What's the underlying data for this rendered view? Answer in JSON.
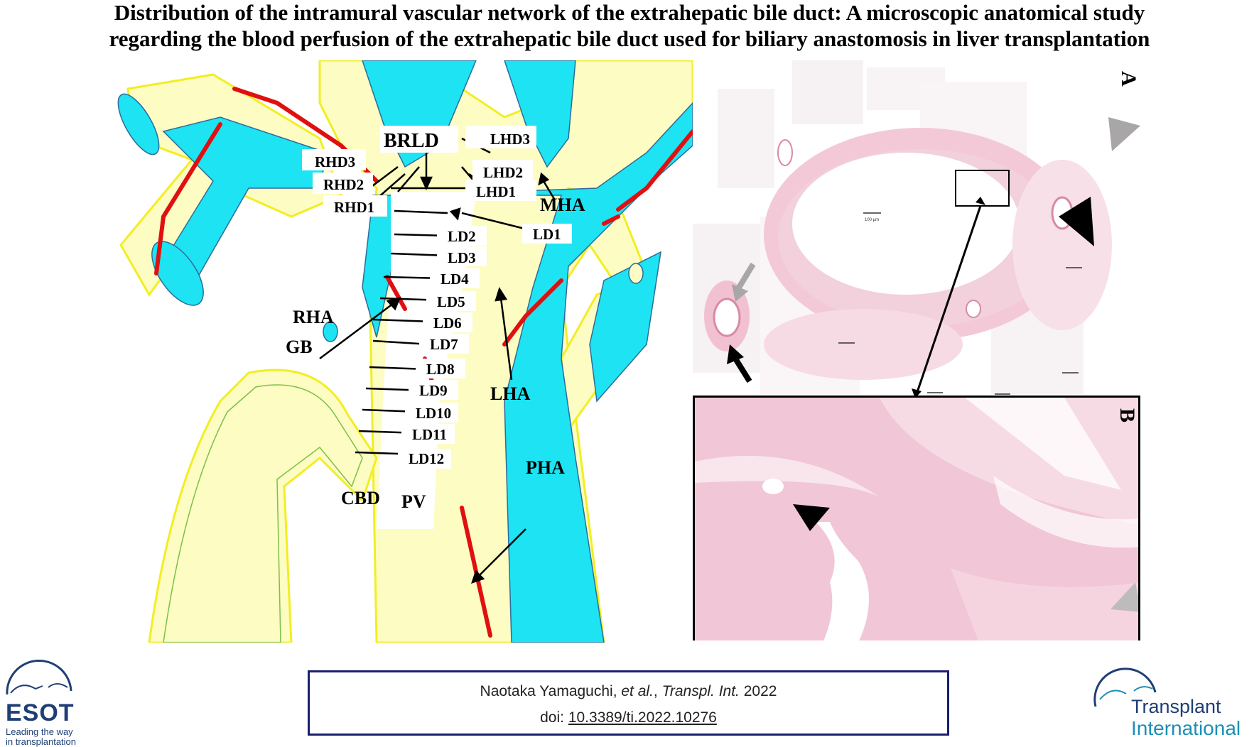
{
  "title": {
    "line1": "Distribution of the intramural vascular network of the extrahepatic bile duct: A microscopic anatomical study",
    "line2": "regarding the blood perfusion of the extrahepatic bile duct used for biliary anastomosis in liver transplantation"
  },
  "diagram": {
    "labels": {
      "brld": "BRLD",
      "rhd3": "RHD3",
      "rhd2": "RHD2",
      "rhd1": "RHD1",
      "lhd3": "LHD3",
      "lhd2": "LHD2",
      "lhd1": "LHD1",
      "mha": "MHA",
      "ld1": "LD1",
      "ld2": "LD2",
      "ld3": "LD3",
      "ld4": "LD4",
      "ld5": "LD5",
      "ld6": "LD6",
      "ld7": "LD7",
      "ld8": "LD8",
      "ld9": "LD9",
      "ld10": "LD10",
      "ld11": "LD11",
      "ld12": "LD12",
      "rha": "RHA",
      "lha": "LHA",
      "gb": "GB",
      "cbd": "CBD",
      "pv": "PV",
      "pha": "PHA"
    },
    "colors": {
      "bile_duct": "#fdfcc2",
      "portal_vein": "#1de3f2",
      "artery": "#e01010",
      "outline": "#f2ee23"
    }
  },
  "micrograph": {
    "panel_a_label": "A",
    "panel_b_label": "B",
    "scale_bar_label": "100 μm"
  },
  "citation": {
    "authors": "Naotaka Yamaguchi, ",
    "etal": "et al.",
    "sep": ", ",
    "journal": "Transpl. Int.",
    "year": " 2022",
    "doi_prefix": "doi: ",
    "doi": "10.3389/ti.2022.10276"
  },
  "logos": {
    "esot_name": "ESOT",
    "esot_tagline1": "Leading the way",
    "esot_tagline2": "in transplantation",
    "ti_word1": "Transplant",
    "ti_word2": "International",
    "brand_color": "#1f3f74",
    "accent_color": "#1b8fb5"
  }
}
